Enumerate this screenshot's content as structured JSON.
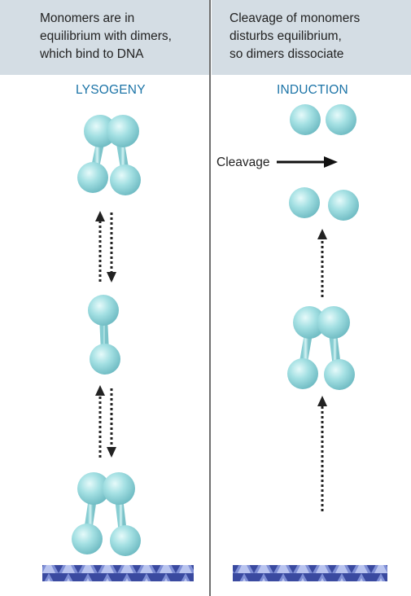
{
  "left_panel": {
    "header_lines": [
      "Monomers are in",
      "equilibrium with dimers,",
      "which bind to DNA"
    ],
    "title": "LYSOGENY"
  },
  "right_panel": {
    "header_lines": [
      "Cleavage of monomers",
      "disturbs equilibrium,",
      "so dimers dissociate"
    ],
    "title": "INDUCTION",
    "cleavage_label": "Cleavage"
  },
  "colors": {
    "protein": "#9fdde0",
    "protein_dark": "#6fbdc4",
    "header_bg": "#d4dde4",
    "title_text": "#1c74a7",
    "divider": "#6f6f6f",
    "arrow": "#222222",
    "dna": "#3d4fa6"
  }
}
